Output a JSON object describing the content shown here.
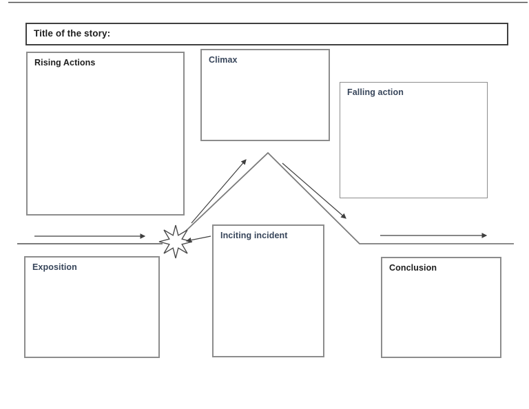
{
  "worksheet": {
    "title_box": {
      "label": "Title of the story:"
    },
    "boxes": {
      "rising_actions": {
        "label": "Rising Actions"
      },
      "climax": {
        "label": "Climax"
      },
      "falling_action": {
        "label": "Falling action"
      },
      "inciting_incident": {
        "label": "Inciting incident"
      },
      "exposition": {
        "label": "Exposition"
      },
      "conclusion": {
        "label": "Conclusion"
      }
    },
    "icons": {
      "starburst": "explosion-star"
    },
    "colors": {
      "label_black": "#1c1c1c",
      "label_navy": "#37455a",
      "box_border": "#8c8c8c",
      "title_border": "#3f3f3f",
      "plot_line": "#7a7a7a",
      "arrow": "#3f3f3f"
    }
  }
}
